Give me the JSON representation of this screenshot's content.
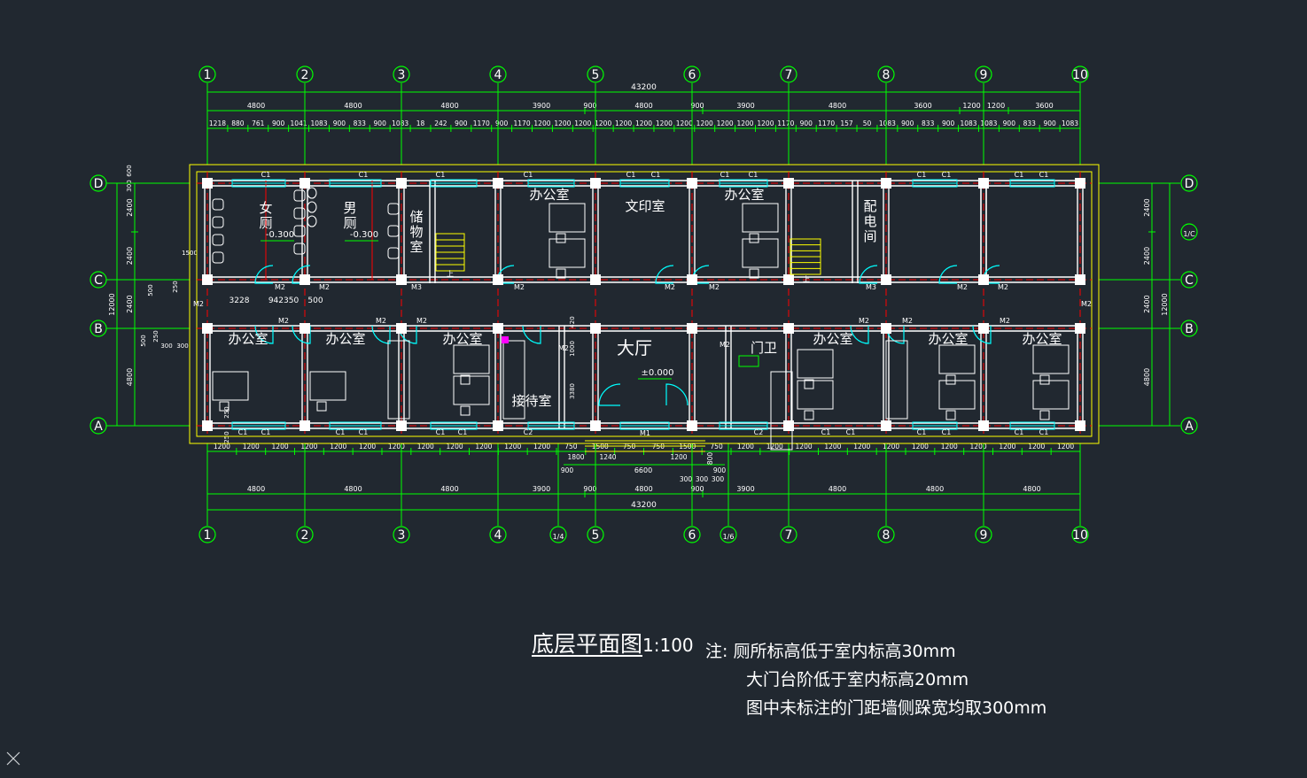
{
  "drawing": {
    "title": "底层平面图",
    "scale": "1:100",
    "notes": [
      "注: 厕所标高低于室内标高30mm",
      "大门台阶低于室内标高20mm",
      "图中未标注的门距墙侧跺宽均取300mm"
    ]
  },
  "axes": {
    "vertical": [
      "1",
      "2",
      "3",
      "4",
      "5",
      "6",
      "7",
      "8",
      "9",
      "10"
    ],
    "horizontal": [
      "D",
      "C",
      "B",
      "A"
    ],
    "secondary_vertical_bottom": [
      "1/4",
      "1/6"
    ],
    "secondary_horizontal_right": [
      "1/C"
    ]
  },
  "dimensions": {
    "overall_top": "43200",
    "overall_bottom": "43200",
    "bays_top": [
      "4800",
      "4800",
      "4800",
      "3900",
      "900",
      "4800",
      "900",
      "3900",
      "4800",
      "3600",
      "1200",
      "1200",
      "3600"
    ],
    "detail_top": [
      "1218",
      "880",
      "761",
      "900",
      "1041",
      "1083",
      "900",
      "833",
      "900",
      "1083",
      "18",
      "242",
      "900",
      "1170",
      "900",
      "1170",
      "1200",
      "1200",
      "1200",
      "1200",
      "1200",
      "1200",
      "1200",
      "1200",
      "1200",
      "1200",
      "1200",
      "1200",
      "1170",
      "900",
      "1170",
      "157",
      "50",
      "1083",
      "900",
      "833",
      "900",
      "1083",
      "1083",
      "900",
      "833",
      "900",
      "1083"
    ],
    "bays_bottom": [
      "4800",
      "4800",
      "4800",
      "3900",
      "900",
      "4800",
      "900",
      "3900",
      "4800",
      "4800",
      "4800"
    ],
    "detail_bottom": [
      "1200",
      "1200",
      "1200",
      "1200",
      "1200",
      "1200",
      "1200",
      "1200",
      "1200",
      "1200",
      "1200",
      "1200",
      "750",
      "1500",
      "750",
      "750",
      "1500",
      "750",
      "1200",
      "1200",
      "1200",
      "1200",
      "1200",
      "1200",
      "1200",
      "1200",
      "1200",
      "1200",
      "1200",
      "1200"
    ],
    "entry": [
      "1800",
      "1240",
      "1200",
      "6600",
      "900",
      "900",
      "300",
      "300",
      "300",
      "800"
    ],
    "left_total": "12000",
    "left_parts": [
      "2400",
      "2400",
      "2400",
      "4800"
    ],
    "left_small": [
      "600",
      "300",
      "500",
      "250",
      "300",
      "300",
      "250",
      "500",
      "1500"
    ],
    "right_total": "12000",
    "right_parts": [
      "2400",
      "2400",
      "2400",
      "4800"
    ],
    "interior": [
      "3228",
      "942",
      "350",
      "500",
      "420",
      "1000",
      "3380",
      "250",
      "250"
    ]
  },
  "rooms": [
    {
      "name": "女厕",
      "elevation": "-0.300"
    },
    {
      "name": "男厕",
      "elevation": "-0.300"
    },
    {
      "name": "储物室"
    },
    {
      "name": "办公室"
    },
    {
      "name": "文印室"
    },
    {
      "name": "办公室"
    },
    {
      "name": "配电间"
    },
    {
      "name": "办公室"
    },
    {
      "name": "办公室"
    },
    {
      "name": "办公室"
    },
    {
      "name": "接待室"
    },
    {
      "name": "大厅",
      "elevation": "±0.000"
    },
    {
      "name": "门卫"
    },
    {
      "name": "办公室"
    },
    {
      "name": "办公室"
    },
    {
      "name": "办公室"
    }
  ],
  "tags": {
    "window": "C1",
    "window2": "C2",
    "door": "M2",
    "door3": "M3",
    "main_door": "M1",
    "stair_up": "上"
  },
  "colors": {
    "background": "#212830",
    "grid": "#00ff00",
    "wall": "#ffffff",
    "column": "#ffffff",
    "dimension": "#00ff00",
    "window": "#00ffff",
    "door": "#00ffff",
    "outline": "#ffff00",
    "axis_line": "#ff0000",
    "stair": "#ffff00",
    "text": "#ffffff",
    "magenta": "#ff00ff"
  }
}
